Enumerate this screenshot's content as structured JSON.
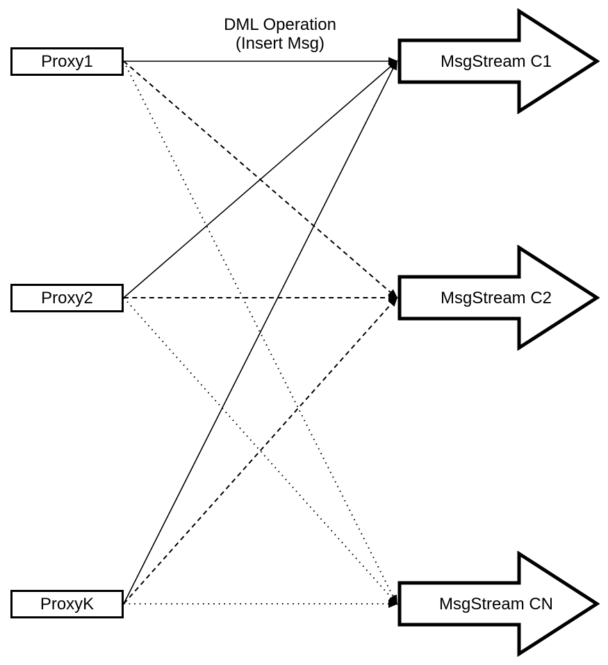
{
  "title": {
    "lines": [
      "DML Operation",
      "(Insert Msg)"
    ]
  },
  "proxies": [
    {
      "id": "proxy1",
      "label": "Proxy1"
    },
    {
      "id": "proxy2",
      "label": "Proxy2"
    },
    {
      "id": "proxyk",
      "label": "ProxyK"
    }
  ],
  "streams": [
    {
      "id": "c1",
      "label": "MsgStream C1",
      "shape": "block-arrow-right"
    },
    {
      "id": "c2",
      "label": "MsgStream C2",
      "shape": "block-arrow-right"
    },
    {
      "id": "cn",
      "label": "MsgStream CN",
      "shape": "block-arrow-right"
    }
  ],
  "edges": [
    {
      "from": "proxy1",
      "to": "c1",
      "style": "solid"
    },
    {
      "from": "proxy1",
      "to": "c2",
      "style": "dashed"
    },
    {
      "from": "proxy1",
      "to": "cn",
      "style": "dotted"
    },
    {
      "from": "proxy2",
      "to": "c1",
      "style": "solid"
    },
    {
      "from": "proxy2",
      "to": "c2",
      "style": "dashed"
    },
    {
      "from": "proxy2",
      "to": "cn",
      "style": "dotted"
    },
    {
      "from": "proxyk",
      "to": "c1",
      "style": "solid"
    },
    {
      "from": "proxyk",
      "to": "c2",
      "style": "dashed"
    },
    {
      "from": "proxyk",
      "to": "cn",
      "style": "dotted"
    }
  ],
  "colors": {
    "stroke": "#000000",
    "fill": "#ffffff",
    "background": "#ffffff"
  }
}
